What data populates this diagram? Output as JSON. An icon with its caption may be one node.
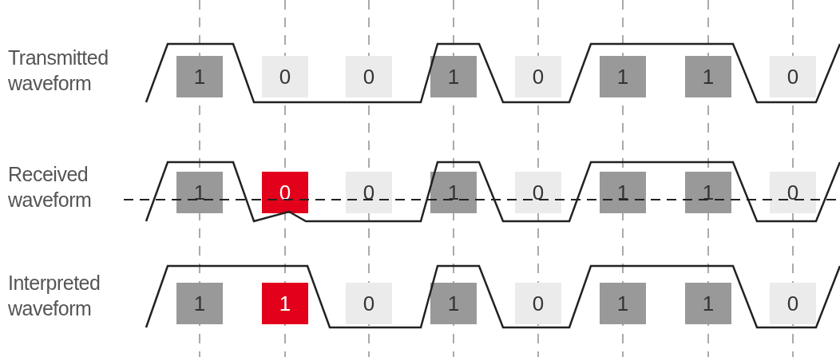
{
  "diagram": {
    "nodes": [
      {
        "text": [
          "1"
        ]
      },
      {
        "text": [
          "0"
        ]
      },
      {
        "text": [
          "0"
        ]
      },
      {
        "text": [
          "1"
        ]
      },
      {
        "text": [
          "0"
        ]
      },
      {
        "text": [
          "1"
        ]
      },
      {
        "text": [
          "1"
        ]
      },
      {
        "text": [
          "0"
        ]
      },
      {
        "text": [
          "1"
        ]
      },
      {
        "text": [
          "0"
        ]
      },
      {
        "text": [
          "0"
        ]
      },
      {
        "text": [
          "1"
        ]
      },
      {
        "text": [
          "0"
        ]
      },
      {
        "text": [
          "1"
        ]
      },
      {
        "text": [
          "1"
        ]
      },
      {
        "text": [
          "0"
        ]
      },
      {
        "text": [
          "1"
        ]
      },
      {
        "text": [
          "1"
        ]
      },
      {
        "text": [
          "0"
        ]
      },
      {
        "text": [
          "1"
        ]
      },
      {
        "text": [
          "0"
        ]
      },
      {
        "text": [
          "1"
        ]
      },
      {
        "text": [
          "1"
        ]
      },
      {
        "text": [
          "0"
        ]
      }
    ],
    "labels": [
      "Transmitted waveform",
      "Received waveform",
      "Interpreted waveform"
    ]
  }
}
